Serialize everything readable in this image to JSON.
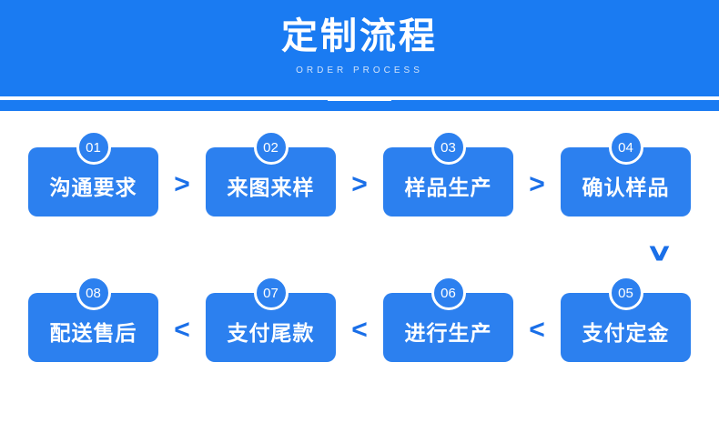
{
  "header": {
    "title": "定制流程",
    "subtitle": "ORDER PROCESS",
    "bg_color": "#1a7bf2"
  },
  "colors": {
    "brand_blue": "#1a7bf2",
    "step_blue": "#2c80ef",
    "arrow_blue": "#1a6fe8",
    "white": "#ffffff"
  },
  "flow": {
    "arrow_right": ">",
    "arrow_left": "<",
    "arrow_down": "∨",
    "row1": [
      {
        "num": "01",
        "label": "沟通要求"
      },
      {
        "num": "02",
        "label": "来图来样"
      },
      {
        "num": "03",
        "label": "样品生产"
      },
      {
        "num": "04",
        "label": "确认样品"
      }
    ],
    "row2": [
      {
        "num": "08",
        "label": "配送售后"
      },
      {
        "num": "07",
        "label": "支付尾款"
      },
      {
        "num": "06",
        "label": "进行生产"
      },
      {
        "num": "05",
        "label": "支付定金"
      }
    ]
  }
}
